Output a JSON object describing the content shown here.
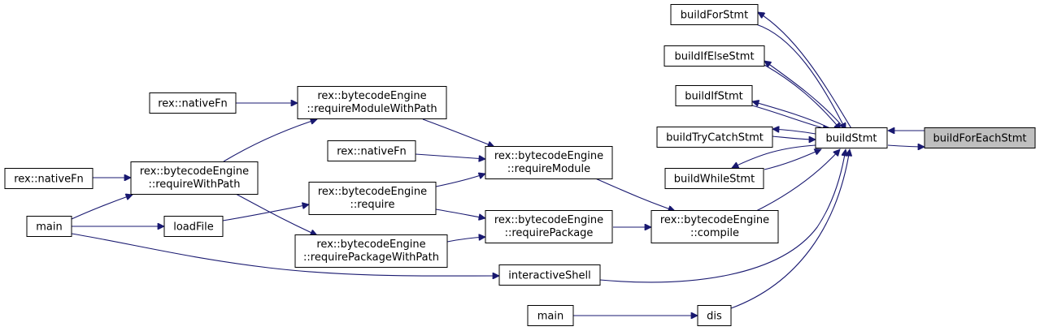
{
  "nodes": {
    "buildForStmt": {
      "lines": [
        "buildForStmt"
      ]
    },
    "buildIfElseStmt": {
      "lines": [
        "buildIfElseStmt"
      ]
    },
    "buildIfStmt": {
      "lines": [
        "buildIfStmt"
      ]
    },
    "buildTryCatchStmt": {
      "lines": [
        "buildTryCatchStmt"
      ]
    },
    "buildWhileStmt": {
      "lines": [
        "buildWhileStmt"
      ]
    },
    "buildStmt": {
      "lines": [
        "buildStmt"
      ]
    },
    "buildForEachStmt": {
      "lines": [
        "buildForEachStmt"
      ]
    },
    "compile": {
      "lines": [
        "rex::bytecodeEngine",
        "::compile"
      ]
    },
    "requireModule": {
      "lines": [
        "rex::bytecodeEngine",
        "::requireModule"
      ]
    },
    "requirePackage": {
      "lines": [
        "rex::bytecodeEngine",
        "::requirePackage"
      ]
    },
    "requireModuleWithPath": {
      "lines": [
        "rex::bytecodeEngine",
        "::requireModuleWithPath"
      ]
    },
    "nativeFn1": {
      "lines": [
        "rex::nativeFn"
      ]
    },
    "nativeFn2": {
      "lines": [
        "rex::nativeFn"
      ]
    },
    "nativeFn3": {
      "lines": [
        "rex::nativeFn"
      ]
    },
    "require": {
      "lines": [
        "rex::bytecodeEngine",
        "::require"
      ]
    },
    "requirePackageWithPath": {
      "lines": [
        "rex::bytecodeEngine",
        "::requirePackageWithPath"
      ]
    },
    "requireWithPath": {
      "lines": [
        "rex::bytecodeEngine",
        "::requireWithPath"
      ]
    },
    "main1": {
      "lines": [
        "main"
      ]
    },
    "loadFile": {
      "lines": [
        "loadFile"
      ]
    },
    "interactiveShell": {
      "lines": [
        "interactiveShell"
      ]
    },
    "main2": {
      "lines": [
        "main"
      ]
    },
    "dis": {
      "lines": [
        "dis"
      ]
    }
  },
  "edges": [
    {
      "from": "buildForEachStmt",
      "to": "buildStmt"
    },
    {
      "from": "buildStmt",
      "to": "buildForEachStmt"
    },
    {
      "from": "buildStmt",
      "to": "buildForStmt"
    },
    {
      "from": "buildStmt",
      "to": "buildIfElseStmt"
    },
    {
      "from": "buildStmt",
      "to": "buildIfStmt"
    },
    {
      "from": "buildStmt",
      "to": "buildTryCatchStmt"
    },
    {
      "from": "buildStmt",
      "to": "buildWhileStmt"
    },
    {
      "from": "buildForStmt",
      "to": "buildStmt"
    },
    {
      "from": "buildIfElseStmt",
      "to": "buildStmt"
    },
    {
      "from": "buildIfStmt",
      "to": "buildStmt"
    },
    {
      "from": "buildTryCatchStmt",
      "to": "buildStmt"
    },
    {
      "from": "buildWhileStmt",
      "to": "buildStmt"
    },
    {
      "from": "compile",
      "to": "buildStmt"
    },
    {
      "from": "interactiveShell",
      "to": "buildStmt"
    },
    {
      "from": "dis",
      "to": "buildStmt"
    },
    {
      "from": "requireModule",
      "to": "compile"
    },
    {
      "from": "requirePackage",
      "to": "compile"
    },
    {
      "from": "requireModuleWithPath",
      "to": "requireModule"
    },
    {
      "from": "nativeFn2",
      "to": "requireModule"
    },
    {
      "from": "require",
      "to": "requireModule"
    },
    {
      "from": "require",
      "to": "requirePackage"
    },
    {
      "from": "requirePackageWithPath",
      "to": "requirePackage"
    },
    {
      "from": "nativeFn1",
      "to": "requireModuleWithPath"
    },
    {
      "from": "requireWithPath",
      "to": "requireModuleWithPath"
    },
    {
      "from": "requireWithPath",
      "to": "requirePackageWithPath"
    },
    {
      "from": "nativeFn3",
      "to": "requireWithPath"
    },
    {
      "from": "main1",
      "to": "requireWithPath"
    },
    {
      "from": "main1",
      "to": "loadFile"
    },
    {
      "from": "main1",
      "to": "interactiveShell"
    },
    {
      "from": "loadFile",
      "to": "require"
    },
    {
      "from": "main2",
      "to": "dis"
    }
  ],
  "highlighted": "buildForEachStmt",
  "colors": {
    "edge": "#191970",
    "highlight_fill": "#bfbfbf",
    "box_stroke": "#000000"
  }
}
